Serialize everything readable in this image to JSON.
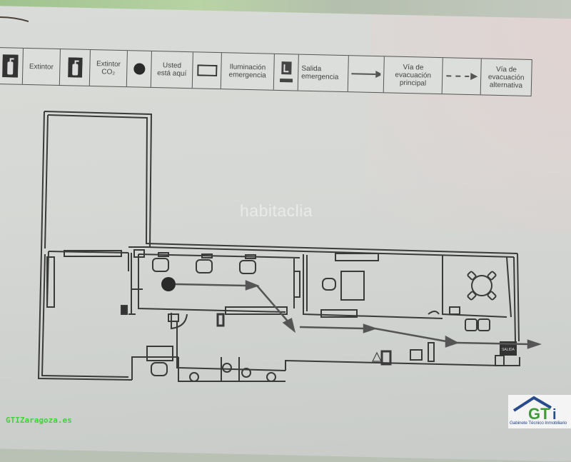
{
  "document": {
    "type": "evacuation-floor-plan",
    "watermark": "habitaclia",
    "site_credit": "GTIZaragoza.es",
    "logo": {
      "initials": "GTi",
      "subtitle": "Gabinete Técnico Inmobiliario",
      "colors": {
        "roof": "#2a4a8e",
        "letters": "#3f9b3a",
        "i": "#2a4a8e"
      }
    }
  },
  "legend": {
    "items": [
      {
        "icon": "fire-extinguisher-icon",
        "label": ""
      },
      {
        "icon": "",
        "label": "Extintor"
      },
      {
        "icon": "co2-extinguisher-icon",
        "label": ""
      },
      {
        "icon": "",
        "label": "Extintor CO₂"
      },
      {
        "icon": "you-are-here-dot-icon",
        "label": ""
      },
      {
        "icon": "",
        "label": "Usted está aquí"
      },
      {
        "icon": "emergency-light-icon",
        "label": ""
      },
      {
        "icon": "",
        "label": "Iluminación emergencia"
      },
      {
        "icon": "emergency-exit-sign-icon",
        "label": ""
      },
      {
        "icon": "",
        "label": "Salida emergencia"
      },
      {
        "icon": "solid-arrow-icon",
        "label": ""
      },
      {
        "icon": "",
        "label": "Vía de evacuación principal"
      },
      {
        "icon": "dashed-arrow-icon",
        "label": ""
      },
      {
        "icon": "",
        "label": "Vía de evacuación alternativa"
      }
    ],
    "labels": {
      "extintor": "Extintor",
      "extintor_co2_a": "Extintor",
      "extintor_co2_b": "CO₂",
      "usted_a": "Usted",
      "usted_b": "está aquí",
      "ilum_a": "Iluminación",
      "ilum_b": "emergencia",
      "salida_a": "Salida",
      "salida_b": "emergencia",
      "principal_a": "Vía de",
      "principal_b": "evacuación",
      "principal_c": "principal",
      "alternativa_a": "Vía de",
      "alternativa_b": "evacuación",
      "alternativa_c": "alternativa"
    }
  },
  "plan": {
    "exit_sign_label": "SALIDA",
    "colors": {
      "wall": "#3a3a3a",
      "you_are_here": "#2a2a2a",
      "arrow": "#555555",
      "paper": "#d8dad7"
    }
  }
}
